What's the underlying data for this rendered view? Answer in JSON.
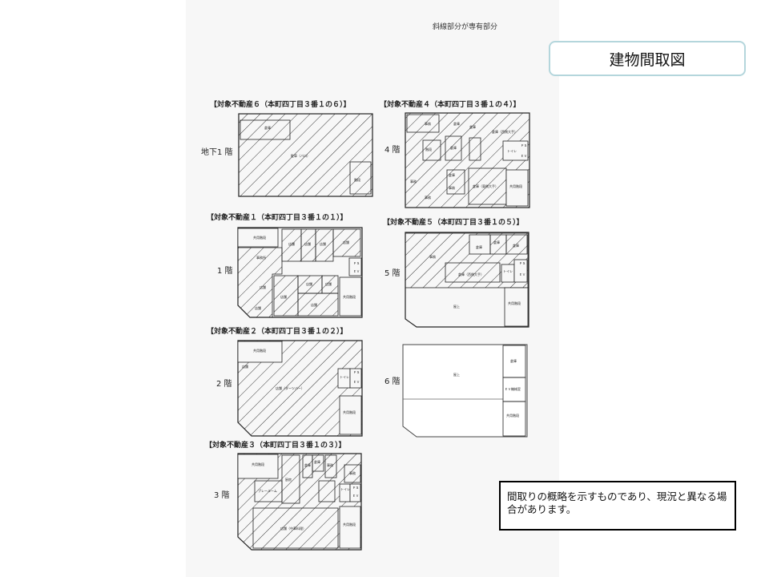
{
  "page": {
    "title": "建物間取図",
    "hatch_legend": "斜線部分が専有部分",
    "disclaimer": "間取りの概略を示すものであり、現況と異なる場合があります。"
  },
  "plans": [
    {
      "heading": "【対象不動産６（本町四丁目３番１の６）】",
      "floor": "地下1 階",
      "rooms": [
        "倉庫",
        "駐車（バロ）",
        "階段"
      ]
    },
    {
      "heading": "【対象不動産４（本町四丁目３番１の４）】",
      "floor": "4 階",
      "rooms": [
        "事務",
        "倉庫",
        "倉庫",
        "倉庫（西側大手）",
        "トイレ",
        "ＰＳ",
        "ＥＶ",
        "階段",
        "事務",
        "倉庫",
        "倉庫",
        "事務",
        "事務",
        "倉庫（東側大手）",
        "共用階段"
      ]
    },
    {
      "heading": "【対象不動産１（本町四丁目３番１の１）】",
      "floor": "1 階",
      "rooms": [
        "共用階段",
        "店舗",
        "店舗",
        "店舗",
        "店舗",
        "事務所",
        "ＰＳ",
        "ＥＶ",
        "店舗",
        "店舗",
        "店舗",
        "店舗",
        "店舗",
        "共用階段",
        "店舗"
      ]
    },
    {
      "heading": "【対象不動産５（本町四丁目３番１の５）】",
      "floor": "5 階",
      "rooms": [
        "事務",
        "倉庫",
        "倉庫",
        "倉庫",
        "トイレ",
        "ＰＳ",
        "ＥＶ",
        "倉庫（西側大手）",
        "屋上",
        "共用階段"
      ]
    },
    {
      "heading": "【対象不動産２（本町四丁目３番１の２）】",
      "floor": "2 階",
      "rooms": [
        "共用階段",
        "店舗",
        "店舗（ダーツバー）",
        "トイレ",
        "ＰＳ",
        "ＥＶ",
        "共用階段"
      ]
    },
    {
      "floor": "6 階",
      "rooms": [
        "屋上",
        "倉庫",
        "ＥＶ機械室",
        "共用階段"
      ]
    },
    {
      "heading": "【対象不動産３（本町四丁目３番１の３）】",
      "floor": "3 階",
      "rooms": [
        "共用階段",
        "プレールーム",
        "厨房",
        "倉庫",
        "倉庫",
        "事務",
        "トイレ",
        "ＰＳ",
        "ＥＶ",
        "事務",
        "共用階段",
        "店舗（中華料理）"
      ]
    }
  ]
}
